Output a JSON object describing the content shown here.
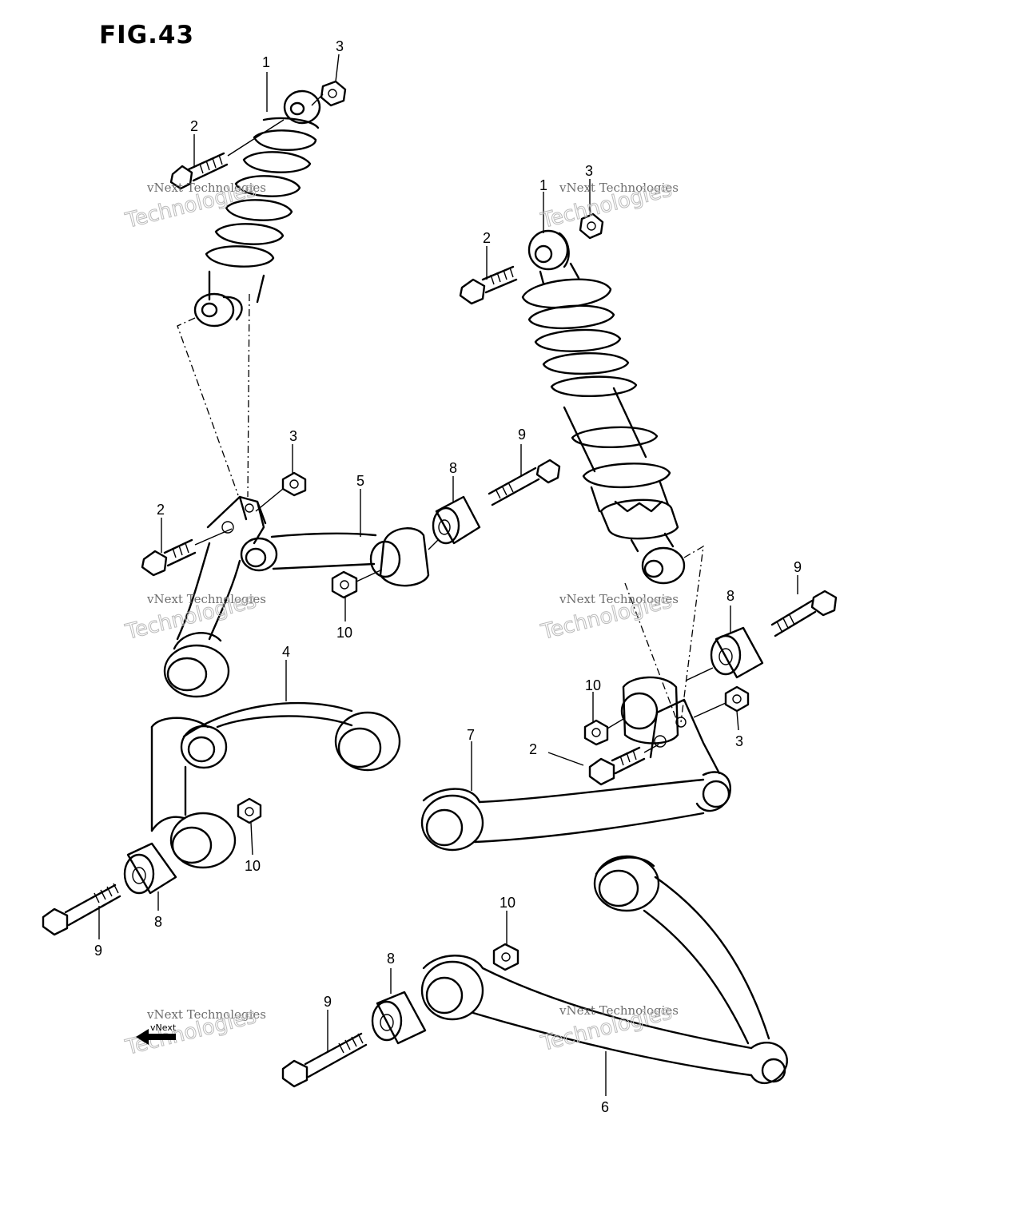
{
  "figure": {
    "title": "FIG.43"
  },
  "callouts": [
    {
      "id": "c-l-1",
      "label": "1"
    },
    {
      "id": "c-l-3a",
      "label": "3"
    },
    {
      "id": "c-l-2a",
      "label": "2"
    },
    {
      "id": "c-r-1",
      "label": "1"
    },
    {
      "id": "c-r-3a",
      "label": "3"
    },
    {
      "id": "c-r-2a",
      "label": "2"
    },
    {
      "id": "c-l-3b",
      "label": "3"
    },
    {
      "id": "c-l-5",
      "label": "5"
    },
    {
      "id": "c-l-8a",
      "label": "8"
    },
    {
      "id": "c-l-9a",
      "label": "9"
    },
    {
      "id": "c-l-2b",
      "label": "2"
    },
    {
      "id": "c-l-10a",
      "label": "10"
    },
    {
      "id": "c-l-4",
      "label": "4"
    },
    {
      "id": "c-r-9a",
      "label": "9"
    },
    {
      "id": "c-r-8a",
      "label": "8"
    },
    {
      "id": "c-r-10a",
      "label": "10"
    },
    {
      "id": "c-r-3b",
      "label": "3"
    },
    {
      "id": "c-r-7",
      "label": "7"
    },
    {
      "id": "c-r-2b",
      "label": "2"
    },
    {
      "id": "c-l-10b",
      "label": "10"
    },
    {
      "id": "c-l-8b",
      "label": "8"
    },
    {
      "id": "c-l-9b",
      "label": "9"
    },
    {
      "id": "c-b-10",
      "label": "10"
    },
    {
      "id": "c-b-8",
      "label": "8"
    },
    {
      "id": "c-b-9",
      "label": "9"
    },
    {
      "id": "c-b-6",
      "label": "6"
    }
  ],
  "watermarks": {
    "small": "vNext Technologies",
    "big": "Technologies",
    "corner": "vNext"
  }
}
